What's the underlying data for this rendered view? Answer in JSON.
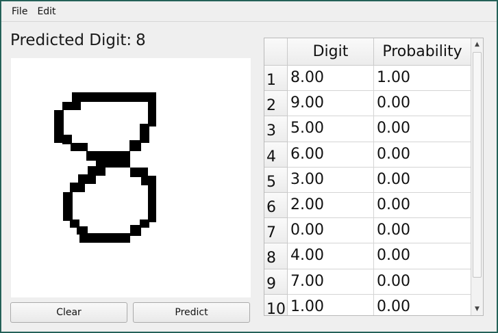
{
  "menu": {
    "file": "File",
    "edit": "Edit"
  },
  "prediction": {
    "label": "Predicted Digit:",
    "value": "8"
  },
  "buttons": {
    "clear": "Clear",
    "predict": "Predict"
  },
  "table": {
    "headers": [
      "Digit",
      "Probability"
    ],
    "rows": [
      {
        "index": "1",
        "digit": "8.00",
        "probability": "1.00"
      },
      {
        "index": "2",
        "digit": "9.00",
        "probability": "0.00"
      },
      {
        "index": "3",
        "digit": "5.00",
        "probability": "0.00"
      },
      {
        "index": "4",
        "digit": "6.00",
        "probability": "0.00"
      },
      {
        "index": "5",
        "digit": "3.00",
        "probability": "0.00"
      },
      {
        "index": "6",
        "digit": "2.00",
        "probability": "0.00"
      },
      {
        "index": "7",
        "digit": "0.00",
        "probability": "0.00"
      },
      {
        "index": "8",
        "digit": "4.00",
        "probability": "0.00"
      },
      {
        "index": "9",
        "digit": "7.00",
        "probability": "0.00"
      },
      {
        "index": "10",
        "digit": "1.00",
        "probability": "0.00"
      }
    ]
  },
  "icons": {
    "scroll_up": "scroll-up-arrow-icon",
    "scroll_down": "scroll-down-arrow-icon"
  },
  "colors": {
    "window_border": "#2e6b63",
    "canvas_bg": "#ffffff",
    "stroke": "#000000"
  }
}
